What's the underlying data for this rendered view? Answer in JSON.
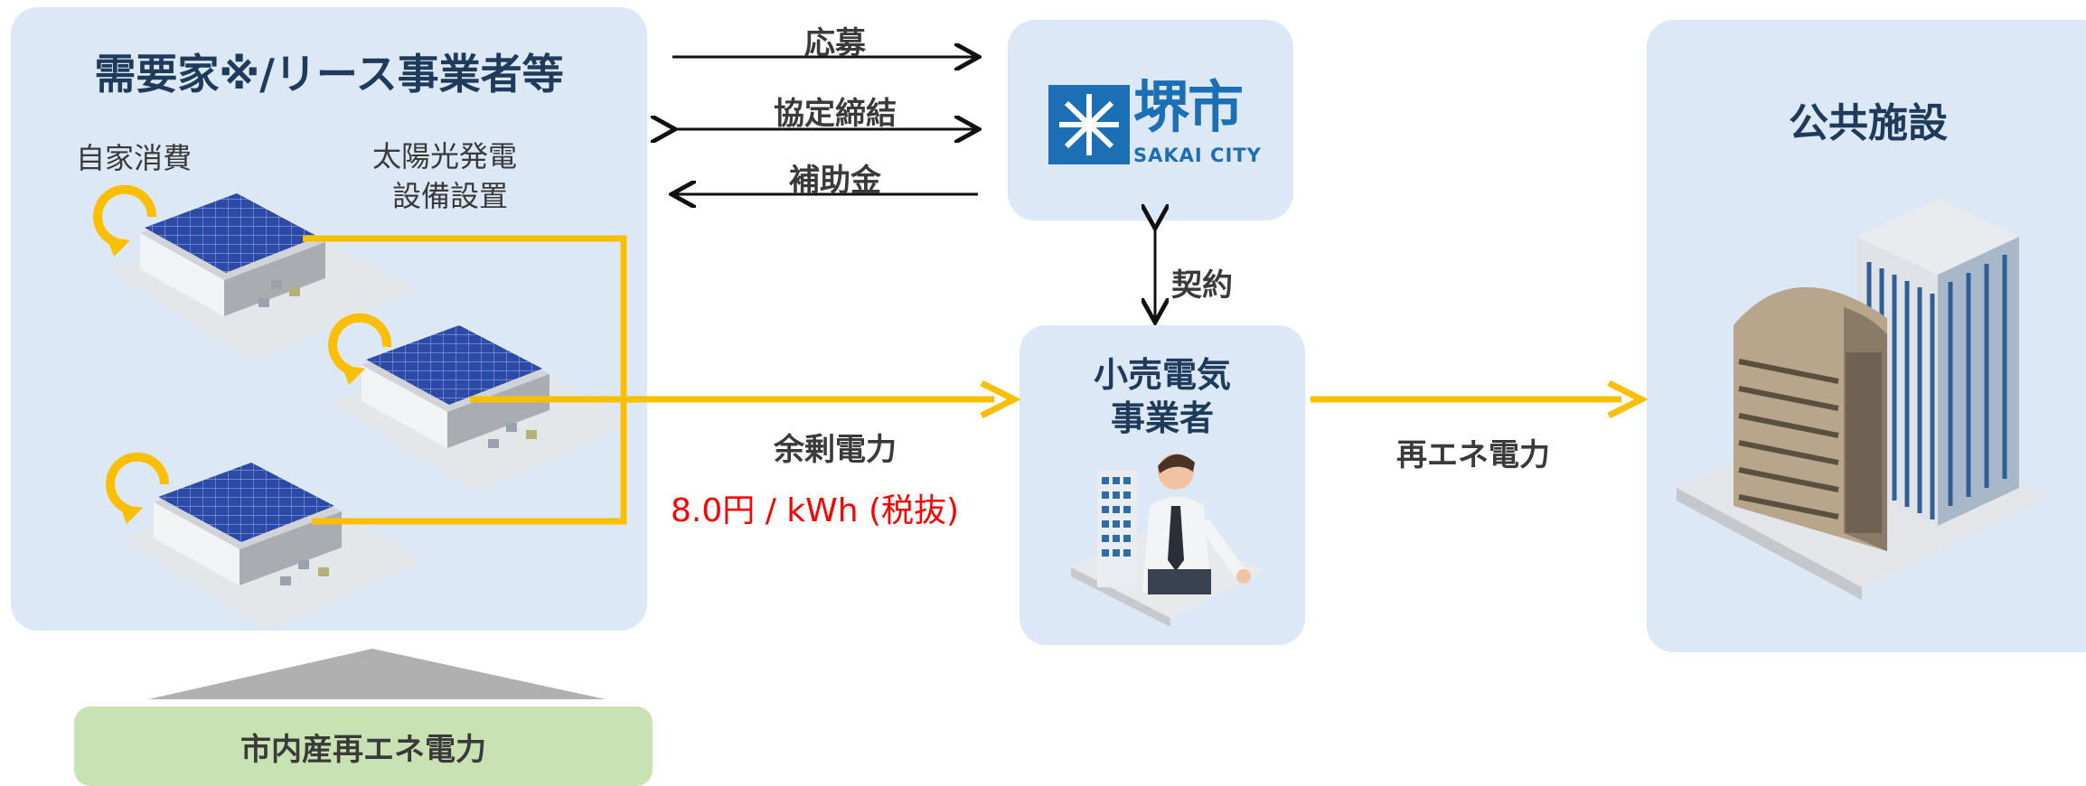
{
  "left_panel": {
    "title": "需要家※/リース事業者等",
    "self_consumption": "自家消費",
    "solar_install_line1": "太陽光発電",
    "solar_install_line2": "設備設置"
  },
  "bottom_badge": {
    "label": "市内産再エネ電力"
  },
  "arrows": {
    "apply": "応募",
    "agreement": "協定締結",
    "subsidy": "補助金",
    "contract": "契約",
    "surplus": "余剰電力",
    "price": "8.0円 / kWh (税抜)",
    "renewable": "再エネ電力"
  },
  "sakai_logo": {
    "kanji": "堺市",
    "roman": "SAKAI CITY"
  },
  "retailer": {
    "line1": "小売電気",
    "line2": "事業者"
  },
  "public_panel": {
    "title": "公共施設"
  },
  "colors": {
    "panel_bg": "#dce8f5",
    "flow_arrow": "#fbbf00",
    "price_text": "#ff0000",
    "title_text": "#1f3b5c",
    "badge_bg": "#c9e2b3",
    "logo_blue": "#1d6fb5"
  }
}
